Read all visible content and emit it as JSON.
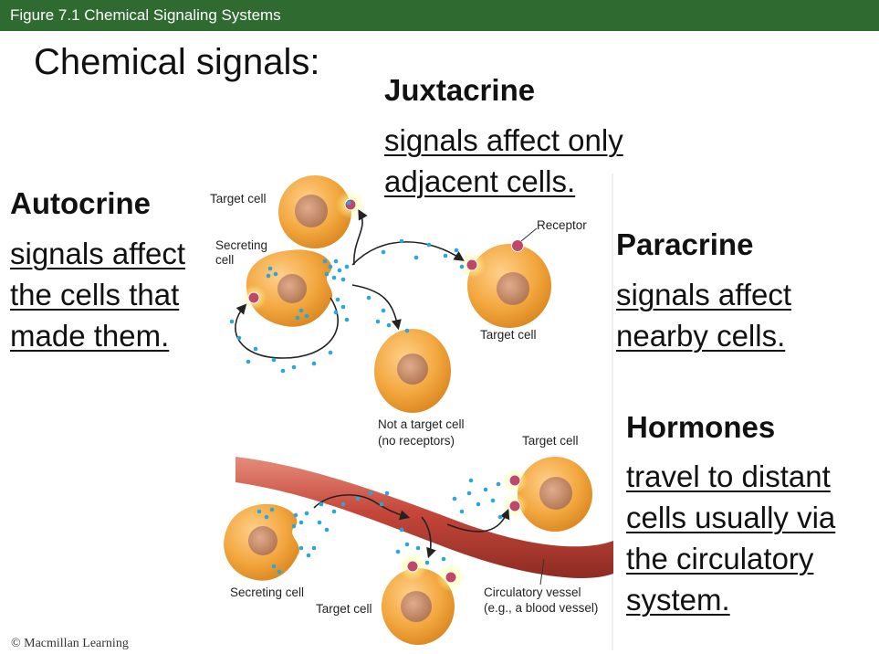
{
  "header": {
    "figure_title": "Figure 7.1  Chemical Signaling Systems"
  },
  "heading": "Chemical signals:",
  "sections": {
    "juxtacrine": {
      "term": "Juxtacrine",
      "desc_lines": [
        "signals affect only",
        "adjacent cells."
      ]
    },
    "autocrine": {
      "term": "Autocrine",
      "desc_lines": [
        "signals affect",
        "the cells that",
        "made them."
      ]
    },
    "paracrine": {
      "term": "Paracrine",
      "desc_lines": [
        "signals affect",
        "nearby cells."
      ]
    },
    "hormones": {
      "term": "Hormones",
      "desc_lines": [
        "travel to distant",
        "cells usually via",
        "the circulatory",
        "system."
      ]
    }
  },
  "diagram_labels": {
    "target_cell_top": "Target cell",
    "secreting_line1": "Secreting",
    "secreting_line2": "cell",
    "receptor": "Receptor",
    "target_cell_right": "Target cell",
    "not_target_line1": "Not a target cell",
    "not_target_line2": "(no receptors)",
    "target_cell_hormone": "Target cell",
    "secreting_cell_bottom": "Secreting cell",
    "target_cell_bottom": "Target cell",
    "vessel_line1": "Circulatory vessel",
    "vessel_line2": "(e.g., a blood vessel)"
  },
  "colors": {
    "bar": "#2f6b30",
    "cell": "#f0a23a",
    "nucleus": "#c48a66",
    "molecule": "#2aa6d9",
    "receptor": "#c2456a",
    "vessel": "#c0473a"
  },
  "credit": "© Macmillan Learning"
}
